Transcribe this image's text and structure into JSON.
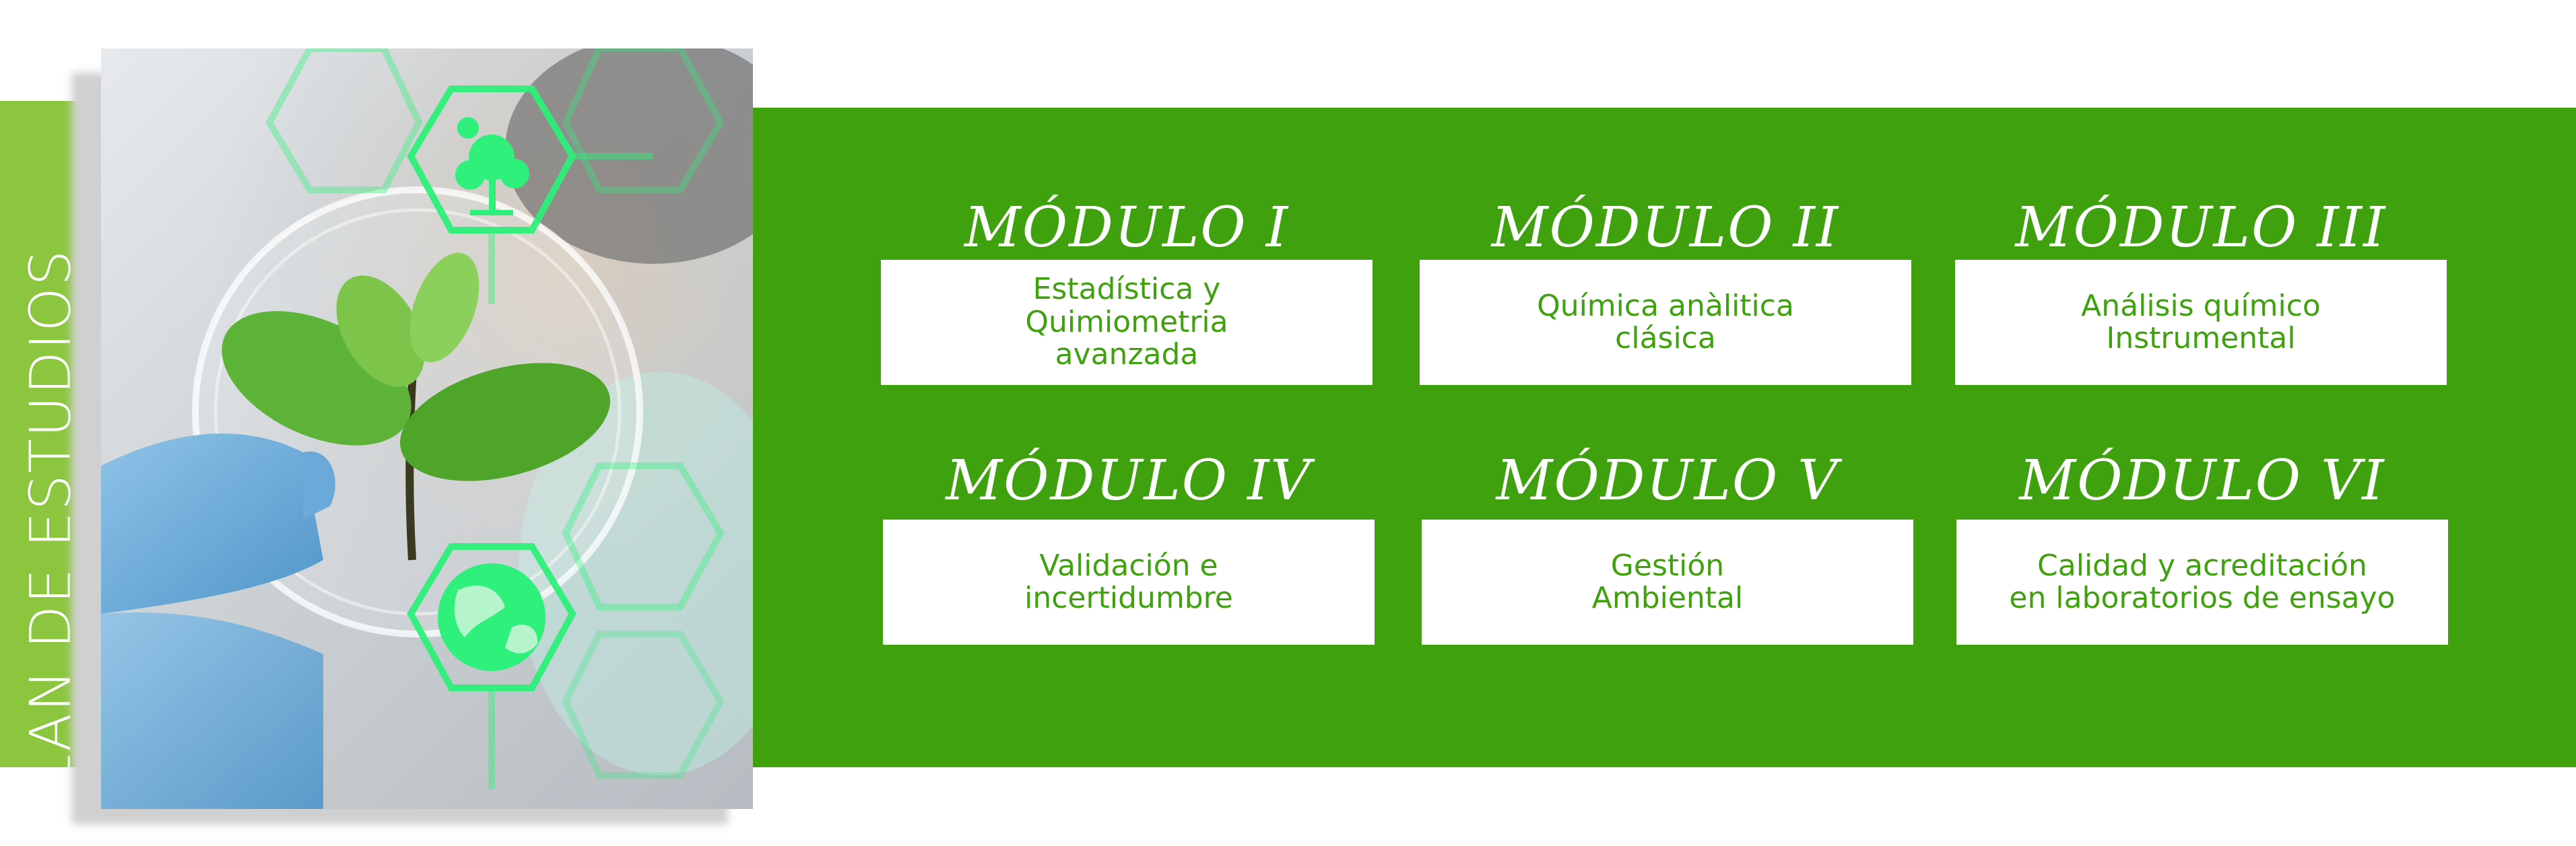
{
  "sidebar": {
    "label": "PLAN DE ESTUDIOS"
  },
  "colors": {
    "panel_green": "#3fa10d",
    "tab_green": "#8cc63f",
    "accent_neon": "#2ef07a"
  },
  "image": {
    "icons": [
      "tree-icon",
      "globe-icon"
    ],
    "content": "laboratory-photo"
  },
  "modules": [
    {
      "title": "MÓDULO I",
      "name": "Estadística y\nQuimiometria\navanzada"
    },
    {
      "title": "MÓDULO II",
      "name": "Química anàlitica\nclásica"
    },
    {
      "title": "MÓDULO III",
      "name": "Análisis químico\nInstrumental"
    },
    {
      "title": "MÓDULO IV",
      "name": "Validación e\nincertidumbre"
    },
    {
      "title": "MÓDULO V",
      "name": "Gestión\nAmbiental"
    },
    {
      "title": "MÓDULO VI",
      "name": "Calidad y acreditación\nen laboratorios de ensayo"
    }
  ]
}
